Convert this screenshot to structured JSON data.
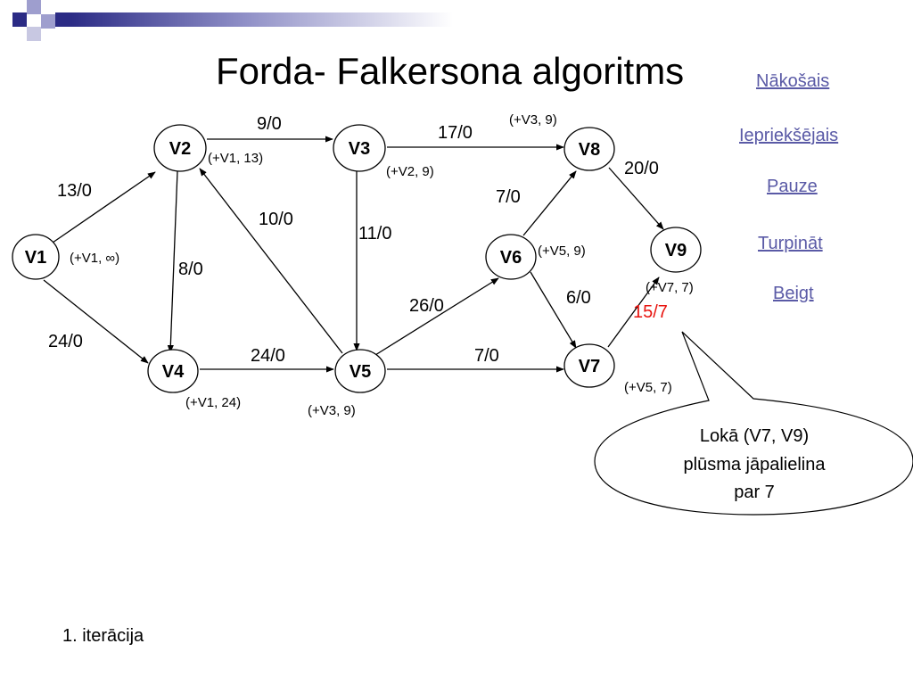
{
  "title": "Forda- Falkersona algoritms",
  "nav": {
    "next": "Nākošais",
    "previous": "Iepriekšējais",
    "pause": "Pauze ",
    "continue": "Turpināt ",
    "end": "Beigt"
  },
  "nodes": {
    "v1": "V1",
    "v2": "V2",
    "v3": "V3",
    "v4": "V4",
    "v5": "V5",
    "v6": "V6",
    "v7": "V7",
    "v8": "V8",
    "v9": "V9"
  },
  "edges": {
    "v1_v2": "13/0",
    "v1_v4": "24/0",
    "v2_v3": "9/0",
    "v2_v4": "8/0",
    "v5_v2": "10/0",
    "v3_v5": "11/0",
    "v3_v8": "17/0",
    "v4_v5": "24/0",
    "v5_v6": "26/0",
    "v5_v7": "7/0",
    "v6_v8": "7/0",
    "v6_v7": "6/0",
    "v8_v9": "20/0",
    "v7_v9": "15/7"
  },
  "node_labels": {
    "v1": "(+V1, ∞)",
    "v2": "(+V1, 13)",
    "v3": "(+V2, 9)",
    "v4": "(+V1, 24)",
    "v5": "(+V3, 9)",
    "v6": "(+V5, 9)",
    "v8": "(+V3, 9)",
    "v7": "(+V5, 7)",
    "v9": "(+V7, 7)"
  },
  "callout": {
    "line1": "Lokā (V7, V9)",
    "line2": "plūsma jāpalielina",
    "line3": "par 7"
  },
  "footer": "1. iterācija",
  "colors": {
    "accent_edge_label": "#e8140f",
    "nav_link": "#5a5aa6",
    "corner_dark": "#2b2b85",
    "corner_light": "#9e9ece"
  }
}
